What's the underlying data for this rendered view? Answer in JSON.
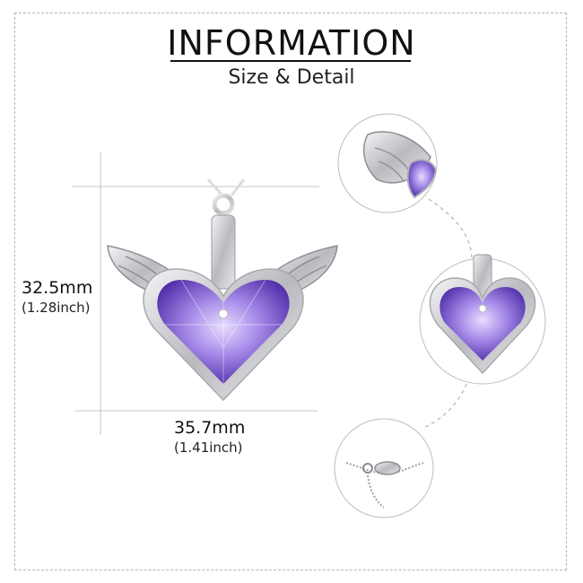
{
  "header": {
    "title": "INFORMATION",
    "subtitle": "Size & Detail"
  },
  "dimensions": {
    "height_mm": "32.5mm",
    "height_in": "(1.28inch)",
    "width_mm": "35.7mm",
    "width_in": "(1.41inch)"
  },
  "colors": {
    "accent": "#111111",
    "crystal_light": "#b9a6f0",
    "crystal_dark": "#4b2aa8",
    "silver": "#c9c9cc"
  },
  "detail_views": [
    "wing-closeup",
    "heart-closeup",
    "chain-clasp-closeup"
  ]
}
